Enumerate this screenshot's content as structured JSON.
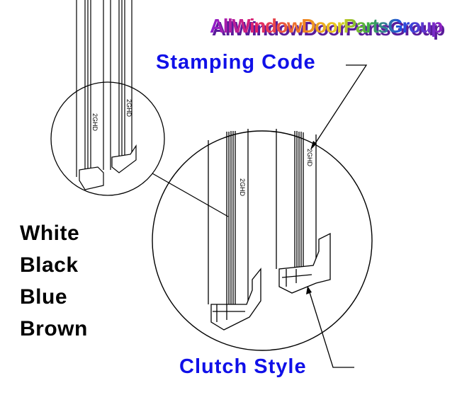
{
  "logo": {
    "text": "AllWindowDoorPartsGroup"
  },
  "labels": {
    "stamping_code": "Stamping Code",
    "clutch_style": "Clutch Style"
  },
  "colors_list": [
    "White",
    "Black",
    "Blue",
    "Brown"
  ],
  "stamp_text": "2GHD",
  "accent_color": "#1010e8"
}
